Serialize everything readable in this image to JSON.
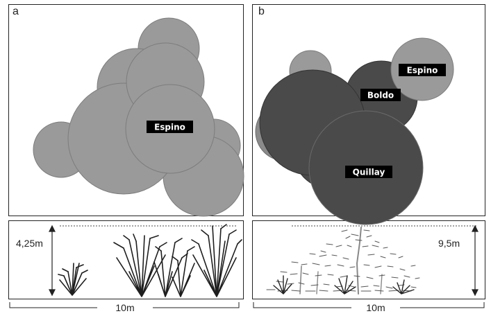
{
  "panels": {
    "a": {
      "letter": "a",
      "species": [
        "Espino"
      ],
      "height_label": "4,25m",
      "width_label": "10m"
    },
    "b": {
      "letter": "b",
      "species": [
        "Espino",
        "Boldo",
        "Quillay"
      ],
      "height_label": "9,5m",
      "width_label": "10m"
    }
  },
  "colors": {
    "espino_fill": "#9a9a9a",
    "dark_fill": "#4a4a4a",
    "label_bg": "#000000",
    "label_text": "#ffffff"
  }
}
